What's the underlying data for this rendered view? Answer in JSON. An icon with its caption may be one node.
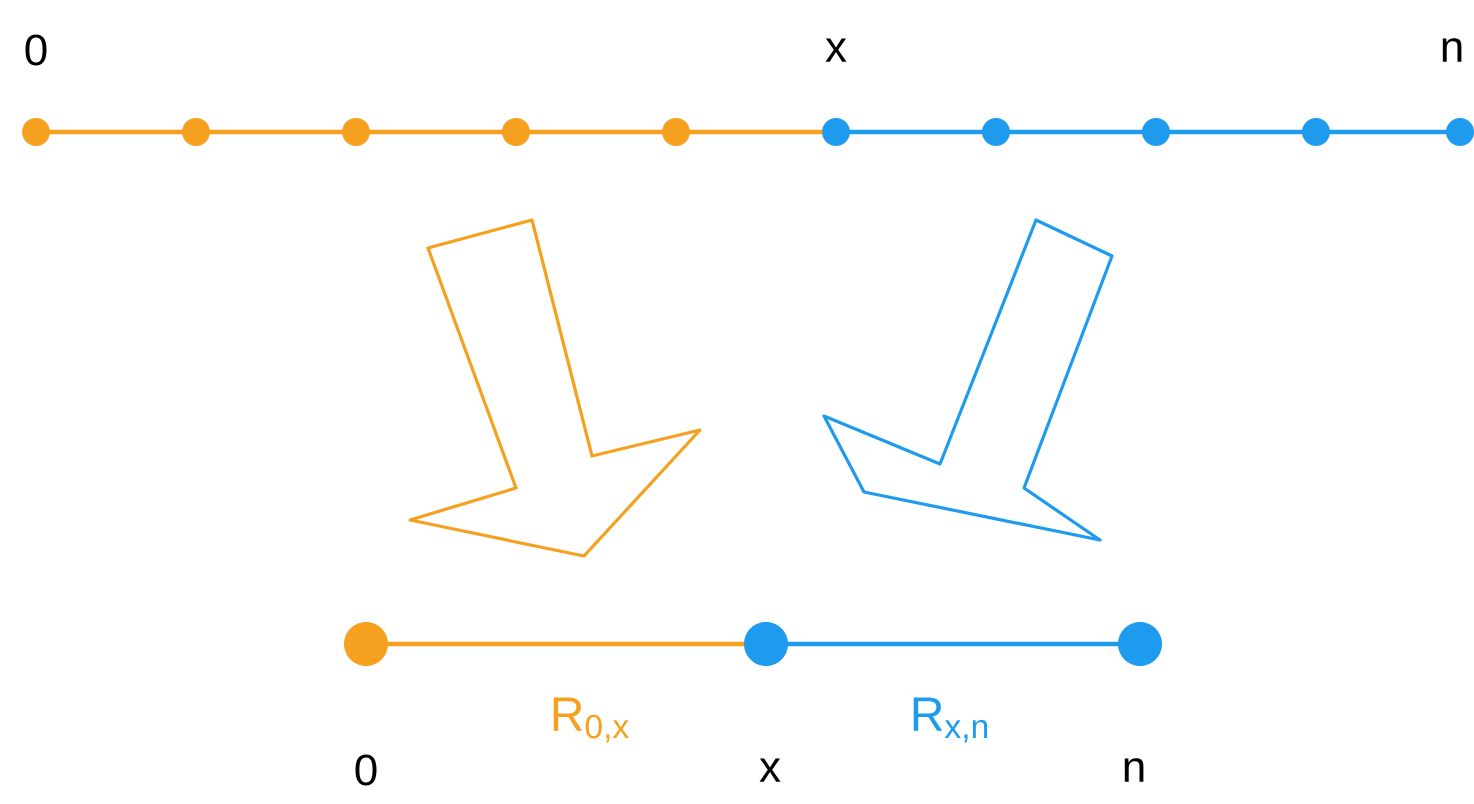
{
  "diagram": {
    "labels": [
      "0",
      "x",
      "n",
      "R$_{0,x}$",
      "R$_{x,n}$",
      "0",
      "x",
      "n"
    ]
  }
}
